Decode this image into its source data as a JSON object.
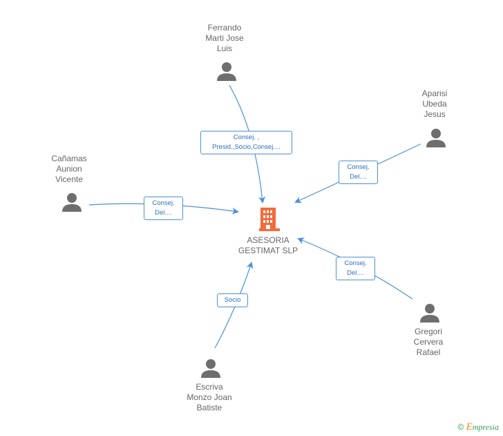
{
  "company": {
    "name": "ASESORIA GESTIMAT SLP"
  },
  "people": [
    {
      "id": "ferrando",
      "name": "Ferrando\nMarti Jose\nLuis"
    },
    {
      "id": "aparisi",
      "name": "Aparisi\nUbeda\nJesus"
    },
    {
      "id": "canamas",
      "name": "Cañamas\nAunion\nVicente"
    },
    {
      "id": "gregori",
      "name": "Gregori\nCervera\nRafael"
    },
    {
      "id": "escriva",
      "name": "Escriva\nMonzo Joan\nBatiste"
    }
  ],
  "relations": [
    {
      "from": "ferrando",
      "label": "Consej. ,\nPresid.,Socio,Consej...."
    },
    {
      "from": "aparisi",
      "label": "Consej.\nDel...."
    },
    {
      "from": "canamas",
      "label": "Consej.\nDel...."
    },
    {
      "from": "gregori",
      "label": "Consej.\nDel...."
    },
    {
      "from": "escriva",
      "label": "Socio"
    }
  ],
  "footer": {
    "copyright": "©",
    "brand_initial": "E",
    "brand_rest": "mpresia"
  },
  "colors": {
    "edge": "#4a90d9",
    "person_icon": "#6e6e6e",
    "company_icon": "#f26b3a",
    "label_text": "#666666"
  }
}
